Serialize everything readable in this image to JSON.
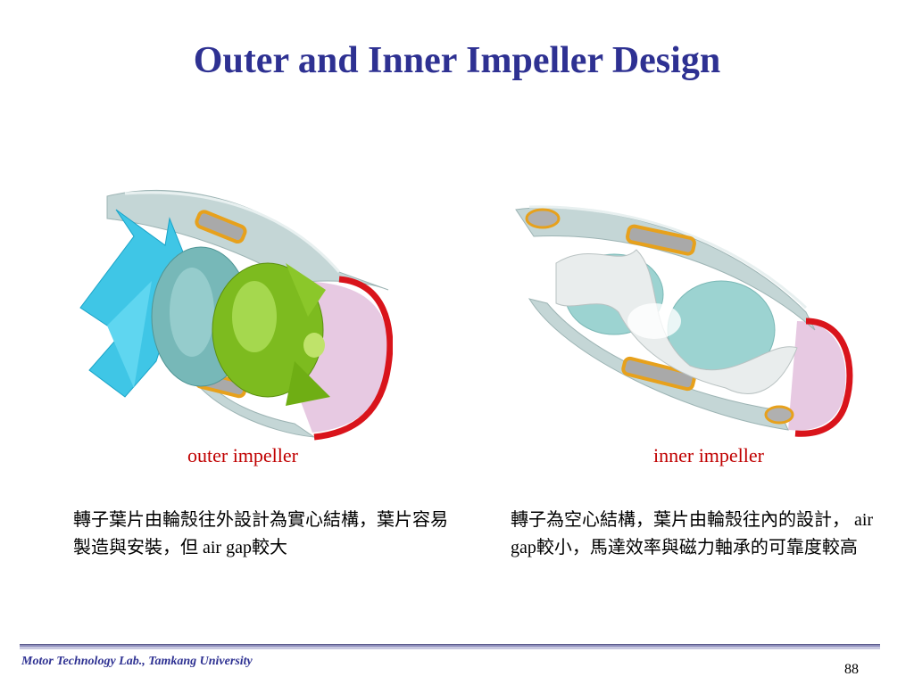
{
  "slide": {
    "title": "Outer and Inner Impeller Design",
    "page_number": "88",
    "footer": "Motor Technology Lab., Tamkang University"
  },
  "outer": {
    "caption": "outer impeller",
    "description": "轉子葉片由輪殼往外設計為實心結構，葉片容易製造與安裝，但 air gap較大"
  },
  "inner": {
    "caption": "inner impeller",
    "description": "轉子為空心結構，葉片由輪殼往內的設計， air gap較小，馬達效率與磁力軸承的可靠度較高"
  }
}
